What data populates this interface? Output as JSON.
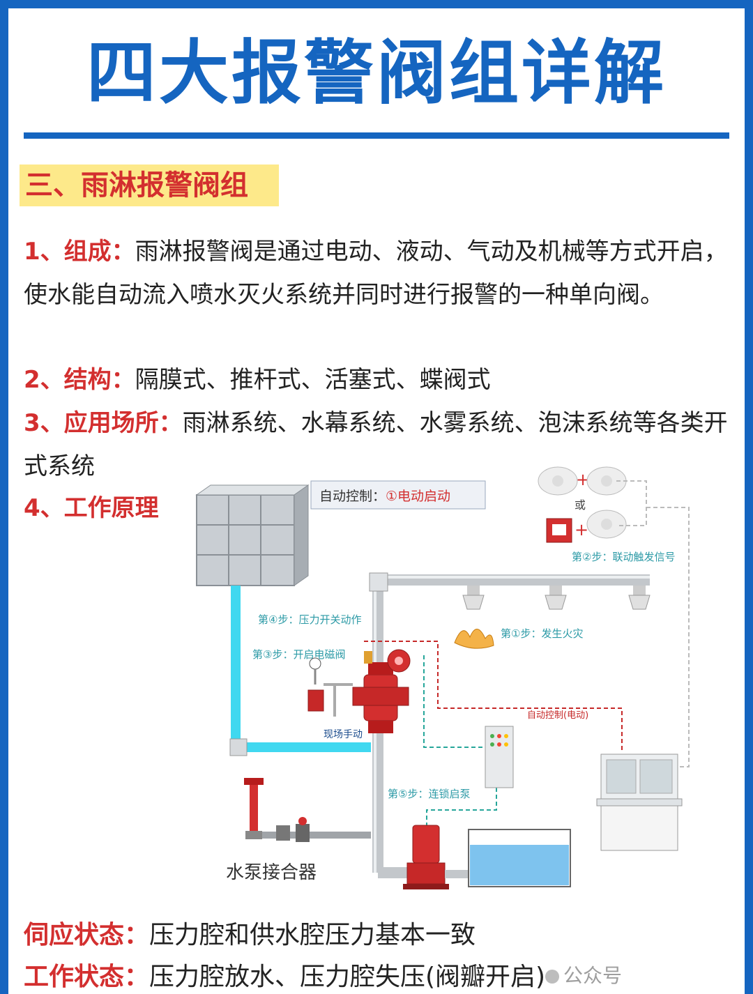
{
  "title": "四大报警阀组详解",
  "section_title": "三、雨淋报警阀组",
  "composition": {
    "label": "1、组成：",
    "text": "雨淋报警阀是通过电动、液动、气动及机械等方式开启，使水能自动流入喷水灭火系统并同时进行报警的一种单向阀。"
  },
  "structure": {
    "label": "2、结构：",
    "text": "隔膜式、推杆式、活塞式、蝶阀式"
  },
  "application": {
    "label": "3、应用场所：",
    "text": "雨淋系统、水幕系统、水雾系统、泡沫系统等各类开式系统"
  },
  "principle": {
    "label": "4、工作原理"
  },
  "diagram": {
    "auto_control_prefix": "自动控制：",
    "auto_control_value": "①电动启动",
    "or_label": "或",
    "step2": "第②步：联动触发信号",
    "step4": "第④步：压力开关动作",
    "step1": "第①步：发生火灾",
    "step3": "第③步：开启电磁阀",
    "auto_control_electric": "自动控制(电动)",
    "manual": "现场手动",
    "step5": "第⑤步：连锁启泵",
    "pump_connector": "水泵接合器"
  },
  "standby": {
    "label": "伺应状态：",
    "text": "压力腔和供水腔压力基本一致"
  },
  "working": {
    "label": "工作状态：",
    "text": "压力腔放水、压力腔失压(阀瓣开启)"
  },
  "watermark": "公众号",
  "colors": {
    "title_blue": "#1565c0",
    "label_red": "#d32f2f",
    "section_bg": "#fde98a",
    "pipe_cyan": "#40d8f0",
    "dashed_red": "#c62828",
    "dashed_teal": "#26a69a"
  }
}
